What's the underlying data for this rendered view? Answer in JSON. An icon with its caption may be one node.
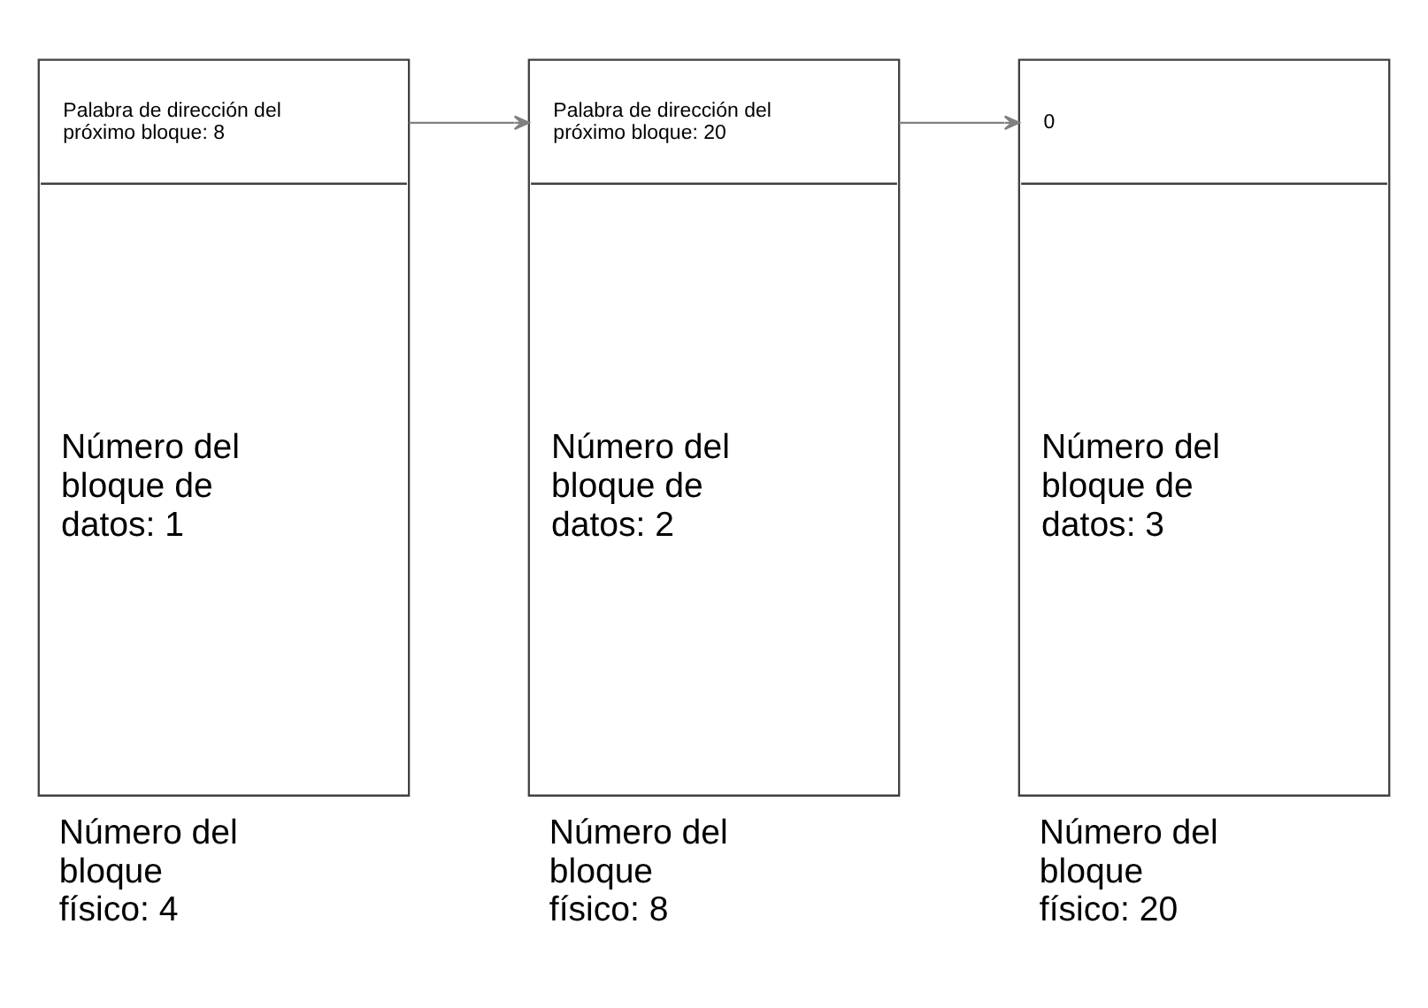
{
  "diagram": {
    "nodes": [
      {
        "text": [
          "Palabra de dirección del próximo bloque: 8",
          "Número del bloque de datos: 1"
        ],
        "beside": [
          "Número del bloque físico: 4"
        ]
      },
      {
        "text": [
          "Palabra de dirección del próximo bloque: 20",
          "Número del bloque de datos: 2"
        ],
        "beside": [
          "Número del bloque físico: 8"
        ]
      },
      {
        "text": [
          "0",
          "Número del bloque de datos: 3"
        ],
        "beside": [
          "Número del bloque físico: 20"
        ]
      }
    ],
    "edges": [
      {
        "from": 0,
        "to": 1,
        "arrow": "to"
      },
      {
        "from": 1,
        "to": 2,
        "arrow": "to"
      }
    ]
  }
}
